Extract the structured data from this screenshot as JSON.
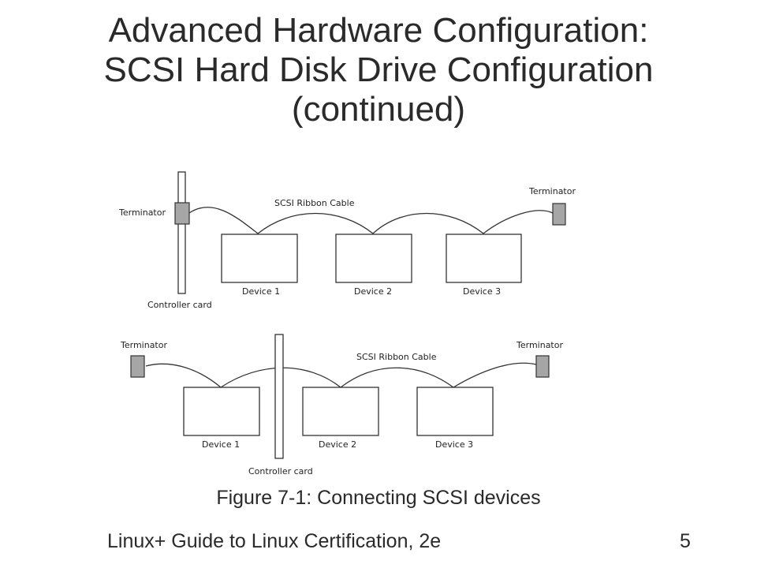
{
  "slide": {
    "title_lines": [
      "Advanced Hardware Configuration:",
      "SCSI Hard Disk Drive Configuration",
      "(continued)"
    ],
    "caption": "Figure 7-1: Connecting SCSI devices",
    "footer": "Linux+ Guide to Linux Certification, 2e",
    "page_number": "5"
  },
  "diagram_top": {
    "cable_label": "SCSI Ribbon Cable",
    "terminator_left": "Terminator",
    "terminator_right": "Terminator",
    "controller_label": "Controller card",
    "devices": [
      "Device 1",
      "Device 2",
      "Device 3"
    ]
  },
  "diagram_bottom": {
    "cable_label": "SCSI Ribbon Cable",
    "terminator_left": "Terminator",
    "terminator_right": "Terminator",
    "controller_label": "Controller card",
    "devices": [
      "Device 1",
      "Device 2",
      "Device 3"
    ]
  },
  "colors": {
    "terminator_fill": "#a6a6a6",
    "line": "#333333"
  }
}
